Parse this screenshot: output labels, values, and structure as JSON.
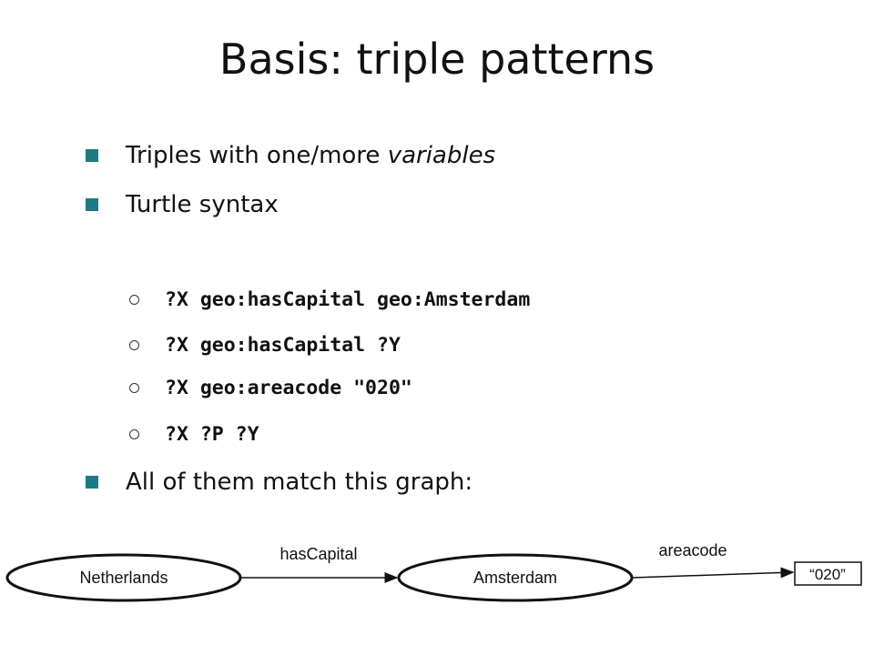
{
  "slide": {
    "title": "Basis: triple patterns",
    "bullets": {
      "b1_main": "Triples with one/more ",
      "b1_em": "variables",
      "b2": "Turtle syntax",
      "b3": "All of them match this graph:"
    },
    "code_lines": [
      "?X geo:hasCapital geo:Amsterdam",
      "?X geo:hasCapital ?Y",
      "?X geo:areacode \"020\"",
      "?X ?P ?Y"
    ],
    "graph": {
      "nodes": {
        "netherlands": "Netherlands",
        "amsterdam": "Amsterdam",
        "literal": "“020”"
      },
      "edges": {
        "has_capital": "hasCapital",
        "areacode": "areacode"
      }
    },
    "colors": {
      "bullet": "#1c7b82",
      "text": "#111111"
    }
  }
}
